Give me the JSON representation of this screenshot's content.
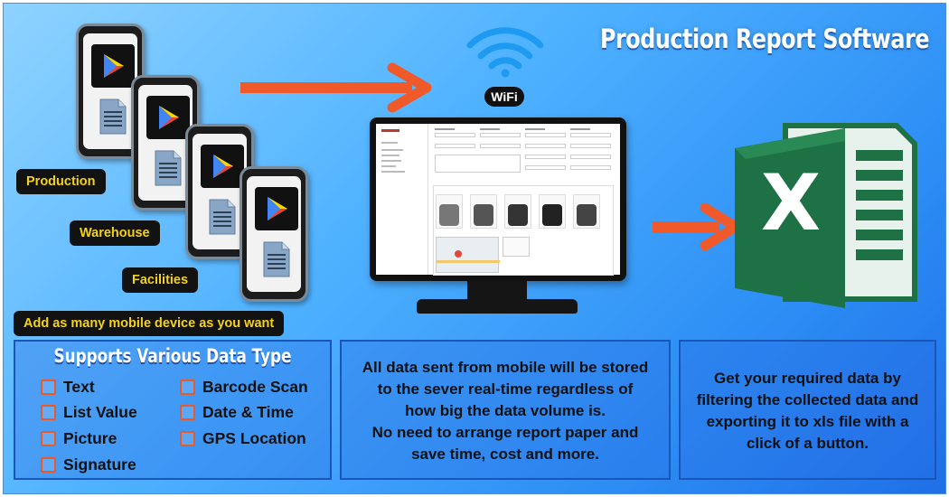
{
  "title": "Production Report Software",
  "labels": {
    "production": "Production",
    "warehouse": "Warehouse",
    "facilities": "Facilities",
    "add_devices": "Add as many mobile device as you want"
  },
  "wifi_label": "WiFi",
  "data_types": {
    "heading": "Supports Various Data Type",
    "items": [
      "Text",
      "List Value",
      "Picture",
      "Signature",
      "Barcode Scan",
      "Date & Time",
      "GPS Location"
    ]
  },
  "storage_panel": {
    "lines": [
      "All data sent from mobile will be stored",
      "to the sever real-time regardless of",
      "how big the data volume is.",
      "No need to arrange report paper and",
      "save time, cost and more."
    ]
  },
  "export_panel": {
    "lines": [
      "Get your required data by",
      "filtering  the collected data and",
      "exporting it to xls file with a",
      "click of a button."
    ]
  },
  "excel_letter": "X",
  "colors": {
    "accent_arrow": "#f05a2b",
    "pill_text": "#f5d21a",
    "excel_green": "#1e7145",
    "panel_border": "#1a56b8"
  },
  "icons": [
    "google-play-icon",
    "document-icon",
    "wifi-icon",
    "arrow-right-icon",
    "excel-icon",
    "checkbox-icon"
  ]
}
